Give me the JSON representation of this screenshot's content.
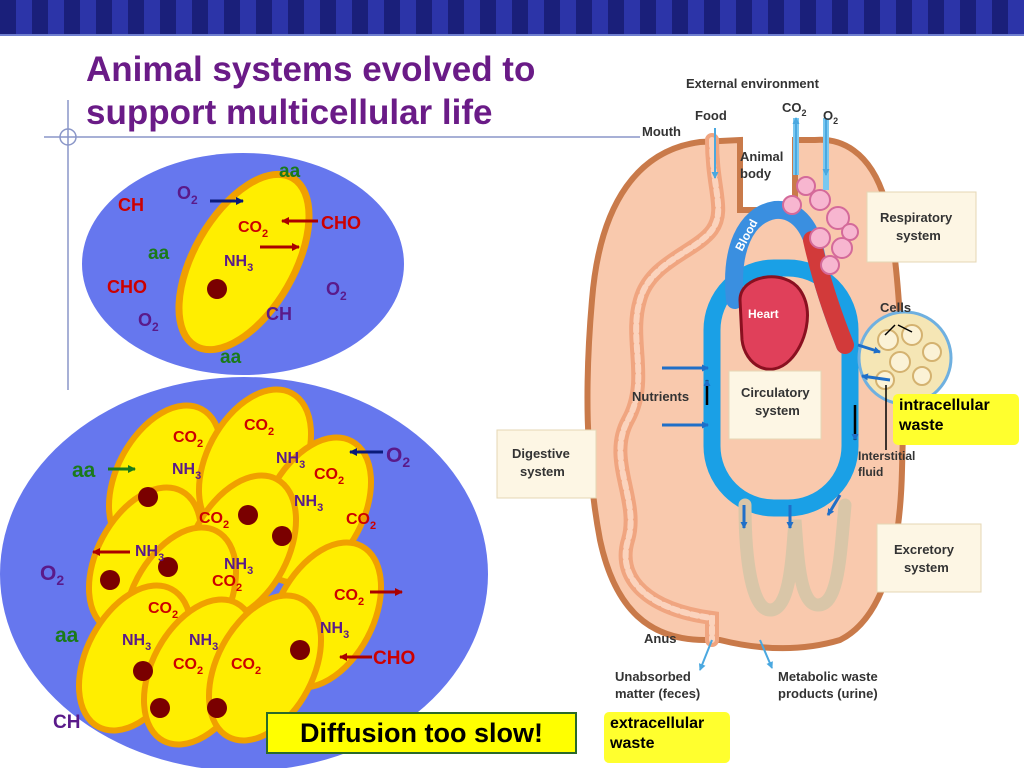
{
  "slide": {
    "title_line1": "Animal systems evolved to",
    "title_line2": "support multicellular life",
    "diffusion_label": "Diffusion too slow!",
    "intracellular_label_1": "intracellular",
    "intracellular_label_2": "waste",
    "extracellular_label_1": "extracellular",
    "extracellular_label_2": "waste"
  },
  "single_cell": {
    "labels": [
      {
        "name": "aa-top",
        "text": "aa",
        "color": "green"
      },
      {
        "name": "ch-left",
        "text": "CH",
        "color": "red"
      },
      {
        "name": "o2-upper",
        "text": "O",
        "sub": "2",
        "color": "purple"
      },
      {
        "name": "co2",
        "text": "CO",
        "sub": "2",
        "color": "red"
      },
      {
        "name": "cho-right",
        "text": "CHO",
        "color": "red"
      },
      {
        "name": "aa-left",
        "text": "aa",
        "color": "green"
      },
      {
        "name": "nh3",
        "text": "NH",
        "sub": "3",
        "color": "purple"
      },
      {
        "name": "cho-left",
        "text": "CHO",
        "color": "red"
      },
      {
        "name": "o2-right",
        "text": "O",
        "sub": "2",
        "color": "purple"
      },
      {
        "name": "o2-lower",
        "text": "O",
        "sub": "2",
        "color": "purple"
      },
      {
        "name": "ch-inside",
        "text": "CH",
        "color": "purple"
      },
      {
        "name": "aa-bottom",
        "text": "aa",
        "color": "green"
      }
    ]
  },
  "multi_cell": {
    "labels": [
      {
        "name": "co2-a",
        "text": "CO",
        "sub": "2",
        "color": "red"
      },
      {
        "name": "co2-b",
        "text": "CO",
        "sub": "2",
        "color": "red"
      },
      {
        "name": "nh3-a",
        "text": "NH",
        "sub": "3",
        "color": "purple"
      },
      {
        "name": "o2-right",
        "text": "O",
        "sub": "2",
        "color": "purple"
      },
      {
        "name": "aa-left",
        "text": "aa",
        "color": "green"
      },
      {
        "name": "nh3-b",
        "text": "NH",
        "sub": "3",
        "color": "purple"
      },
      {
        "name": "co2-c",
        "text": "CO",
        "sub": "2",
        "color": "red"
      },
      {
        "name": "nh3-c",
        "text": "NH",
        "sub": "3",
        "color": "purple"
      },
      {
        "name": "co2-d",
        "text": "CO",
        "sub": "2",
        "color": "red"
      },
      {
        "name": "co2-e",
        "text": "CO",
        "sub": "2",
        "color": "red"
      },
      {
        "name": "nh3-d",
        "text": "NH",
        "sub": "3",
        "color": "purple"
      },
      {
        "name": "o2-left",
        "text": "O",
        "sub": "2",
        "color": "purple"
      },
      {
        "name": "nh3-e",
        "text": "NH",
        "sub": "3",
        "color": "purple"
      },
      {
        "name": "co2-f",
        "text": "CO",
        "sub": "2",
        "color": "red"
      },
      {
        "name": "co2-g",
        "text": "CO",
        "sub": "2",
        "color": "red"
      },
      {
        "name": "co2-h",
        "text": "CO",
        "sub": "2",
        "color": "red"
      },
      {
        "name": "aa-lower",
        "text": "aa",
        "color": "green"
      },
      {
        "name": "nh3-f",
        "text": "NH",
        "sub": "3",
        "color": "purple"
      },
      {
        "name": "nh3-g",
        "text": "NH",
        "sub": "3",
        "color": "purple"
      },
      {
        "name": "nh3-h",
        "text": "NH",
        "sub": "3",
        "color": "purple"
      },
      {
        "name": "cho",
        "text": "CHO",
        "color": "red"
      },
      {
        "name": "co2-i",
        "text": "CO",
        "sub": "2",
        "color": "red"
      },
      {
        "name": "co2-j",
        "text": "CO",
        "sub": "2",
        "color": "red"
      },
      {
        "name": "ch",
        "text": "CH",
        "color": "purple"
      }
    ]
  },
  "body_diagram": {
    "external_environment": "External environment",
    "food": "Food",
    "co2": "CO",
    "co2_sub": "2",
    "o2": "O",
    "o2_sub": "2",
    "mouth": "Mouth",
    "animal_body_1": "Animal",
    "animal_body_2": "body",
    "blood": "Blood",
    "heart": "Heart",
    "respiratory_system_1": "Respiratory",
    "respiratory_system_2": "system",
    "cells": "Cells",
    "nutrients": "Nutrients",
    "circulatory_system_1": "Circulatory",
    "circulatory_system_2": "system",
    "digestive_system_1": "Digestive",
    "digestive_system_2": "system",
    "interstitial_fluid_1": "Interstitial",
    "interstitial_fluid_2": "fluid",
    "excretory_system_1": "Excretory",
    "excretory_system_2": "system",
    "anus": "Anus",
    "unabsorbed_1": "Unabsorbed",
    "unabsorbed_2": "matter (feces)",
    "metabolic_1": "Metabolic waste",
    "metabolic_2": "products (urine)"
  },
  "colors": {
    "label_green": "#1a7a1a",
    "label_red": "#cc0000",
    "label_purple": "#5a1a8a",
    "cell_yellow": "#ffee00",
    "cell_orange": "#f0a000",
    "nucleus": "#7a0000",
    "blue_bg": "#6677ee",
    "title": "#6a1b87"
  }
}
